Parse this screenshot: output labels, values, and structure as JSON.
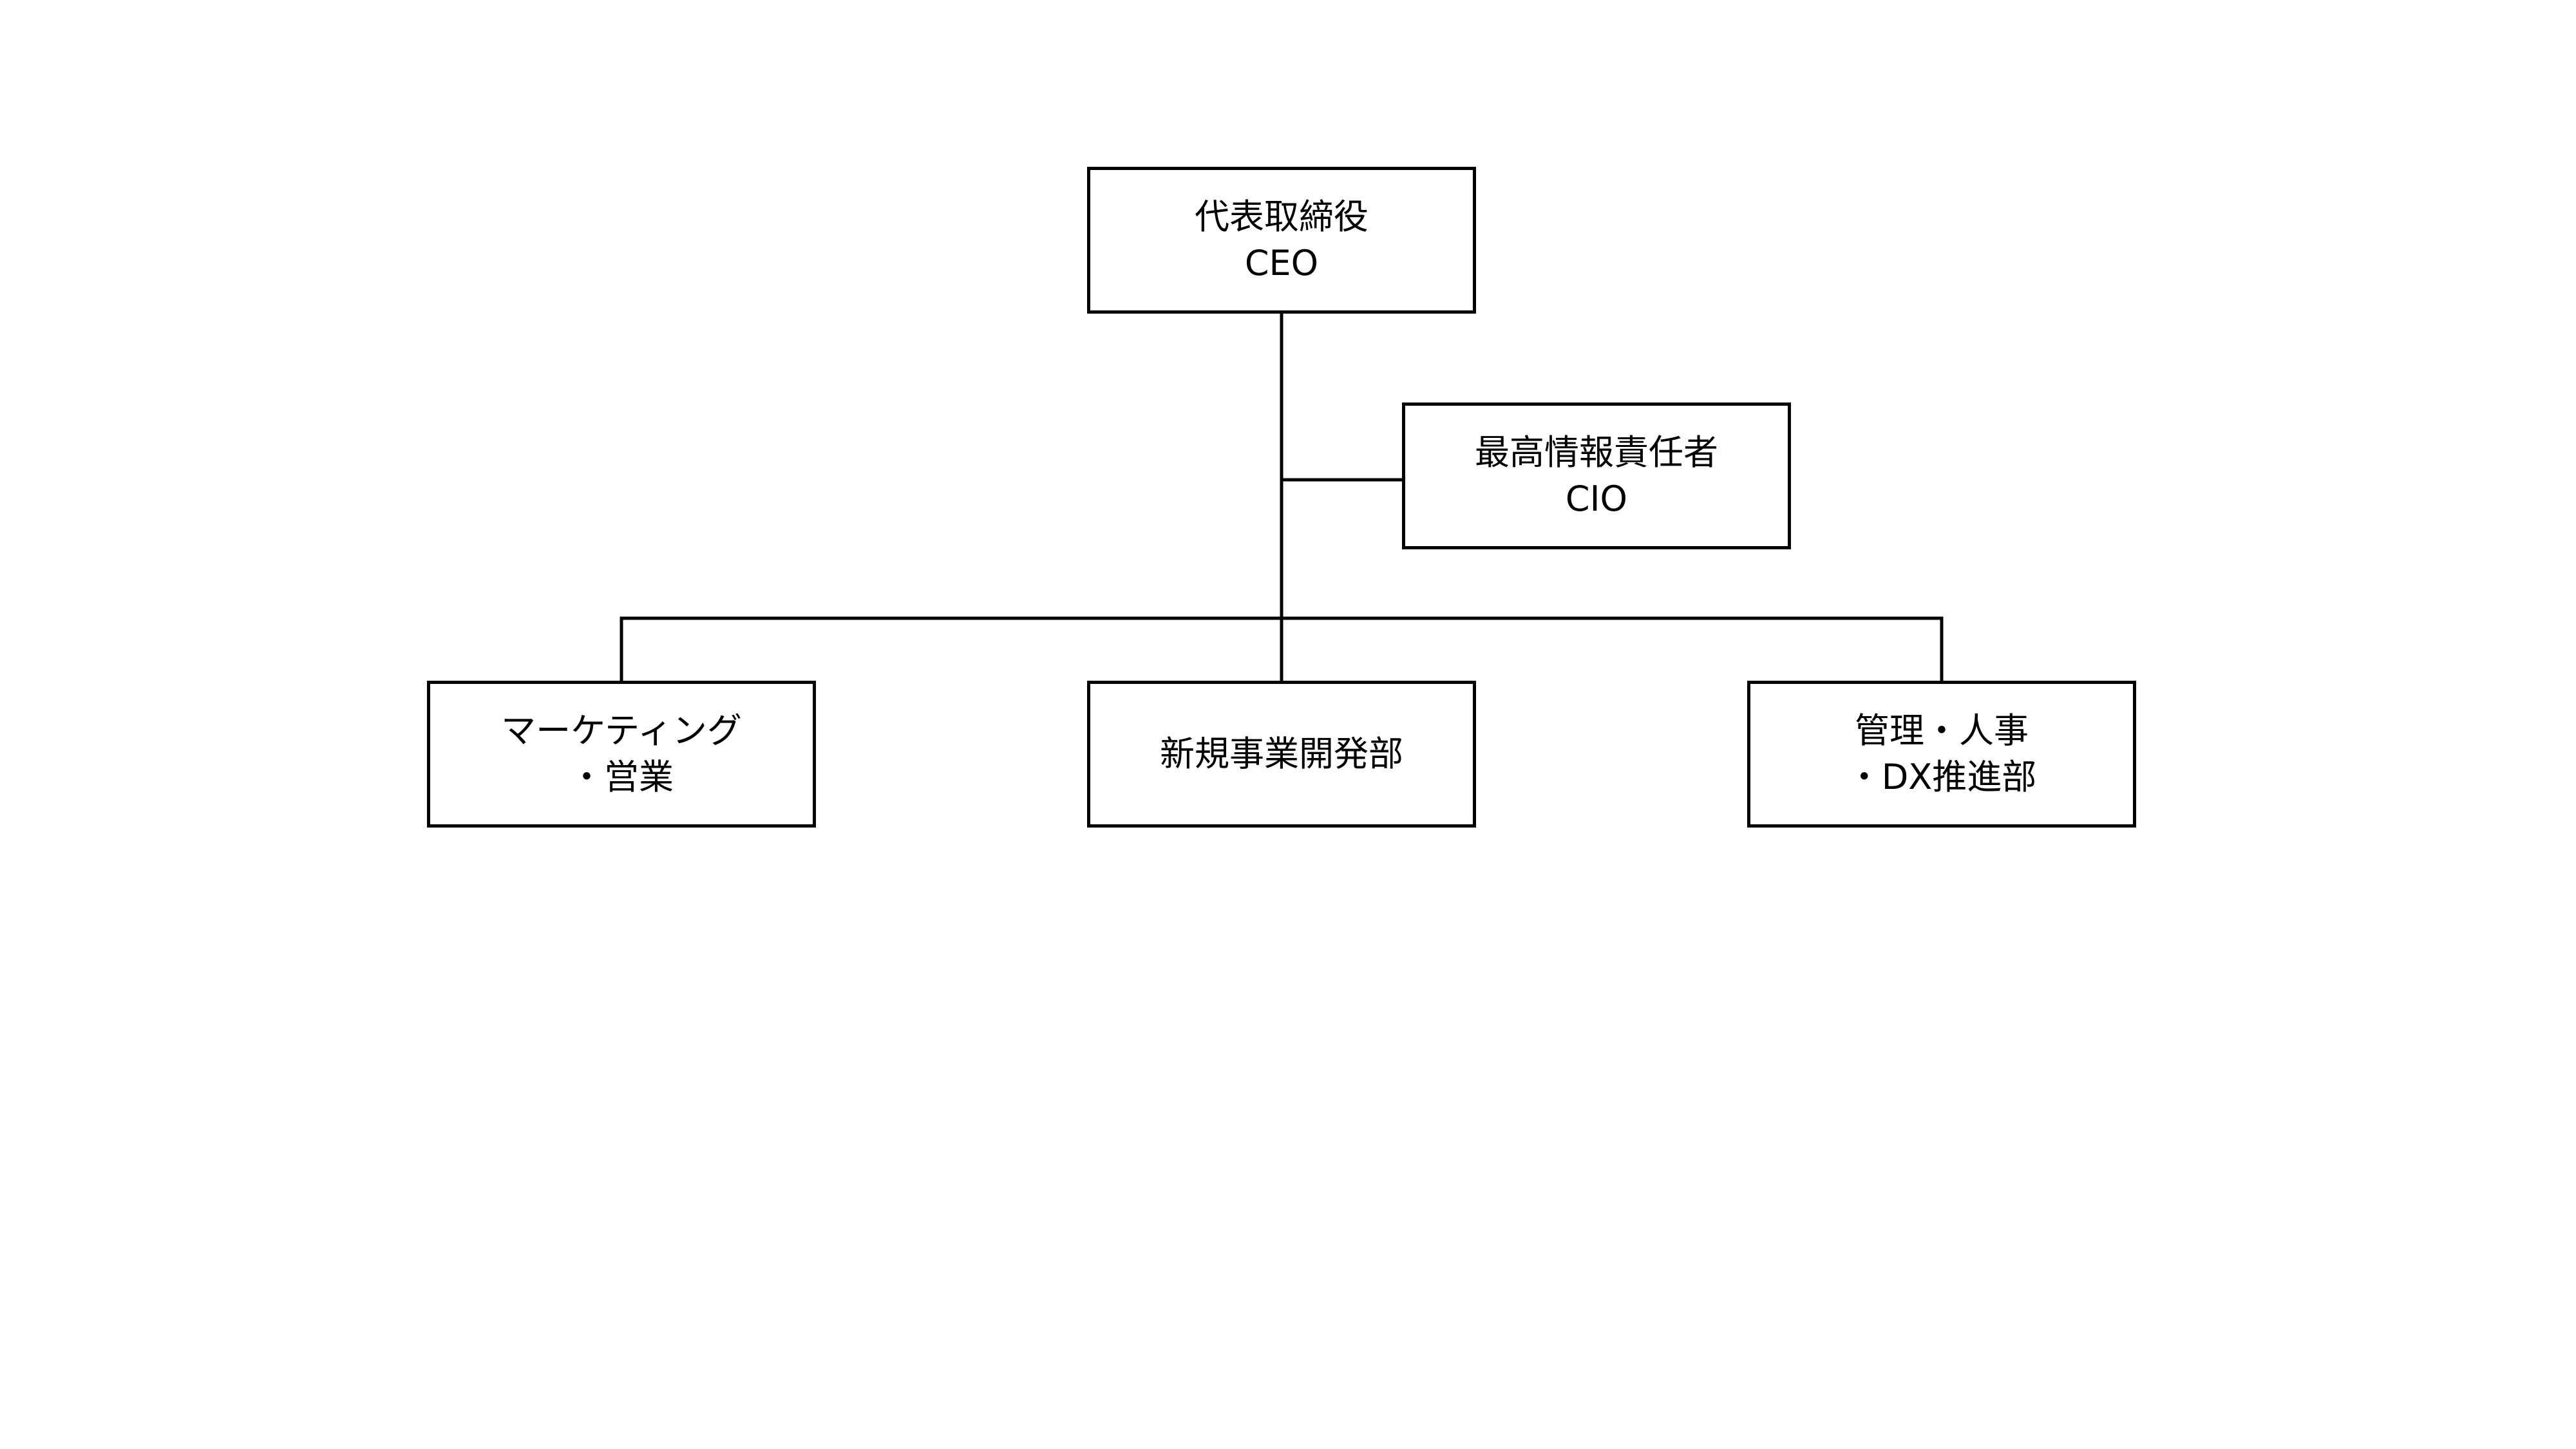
{
  "colors": {
    "background": "#ffffff",
    "line": "#000000",
    "box_border": "#000000",
    "text": "#000000"
  },
  "org_chart": {
    "ceo": {
      "label": "代表取締役\nCEO"
    },
    "cio": {
      "label": "最高情報責任者\nCIO"
    },
    "departments": [
      {
        "label": "マーケティング\n・営業"
      },
      {
        "label": "新規事業開発部"
      },
      {
        "label": "管理・人事\n・DX推進部"
      }
    ]
  }
}
